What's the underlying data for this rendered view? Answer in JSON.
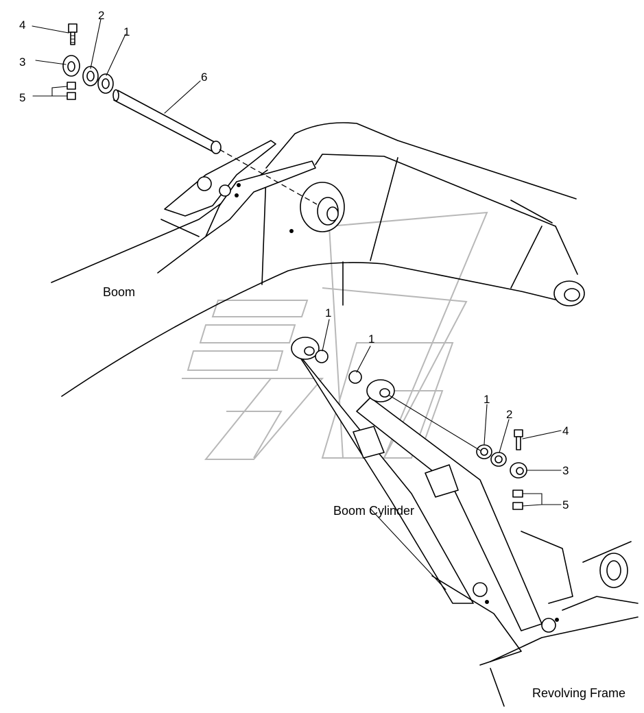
{
  "diagram": {
    "labels": {
      "boom": "Boom",
      "boom_cylinder": "Boom Cylinder",
      "revolving_frame": "Revolving Frame"
    },
    "callouts": {
      "top_left": {
        "n4": "4",
        "n2": "2",
        "n1": "1",
        "n3": "3",
        "n5": "5",
        "n6": "6"
      },
      "middle": {
        "n1a": "1",
        "n1b": "1"
      },
      "lower_right": {
        "n1": "1",
        "n2": "2",
        "n4": "4",
        "n3": "3",
        "n5": "5"
      }
    }
  }
}
